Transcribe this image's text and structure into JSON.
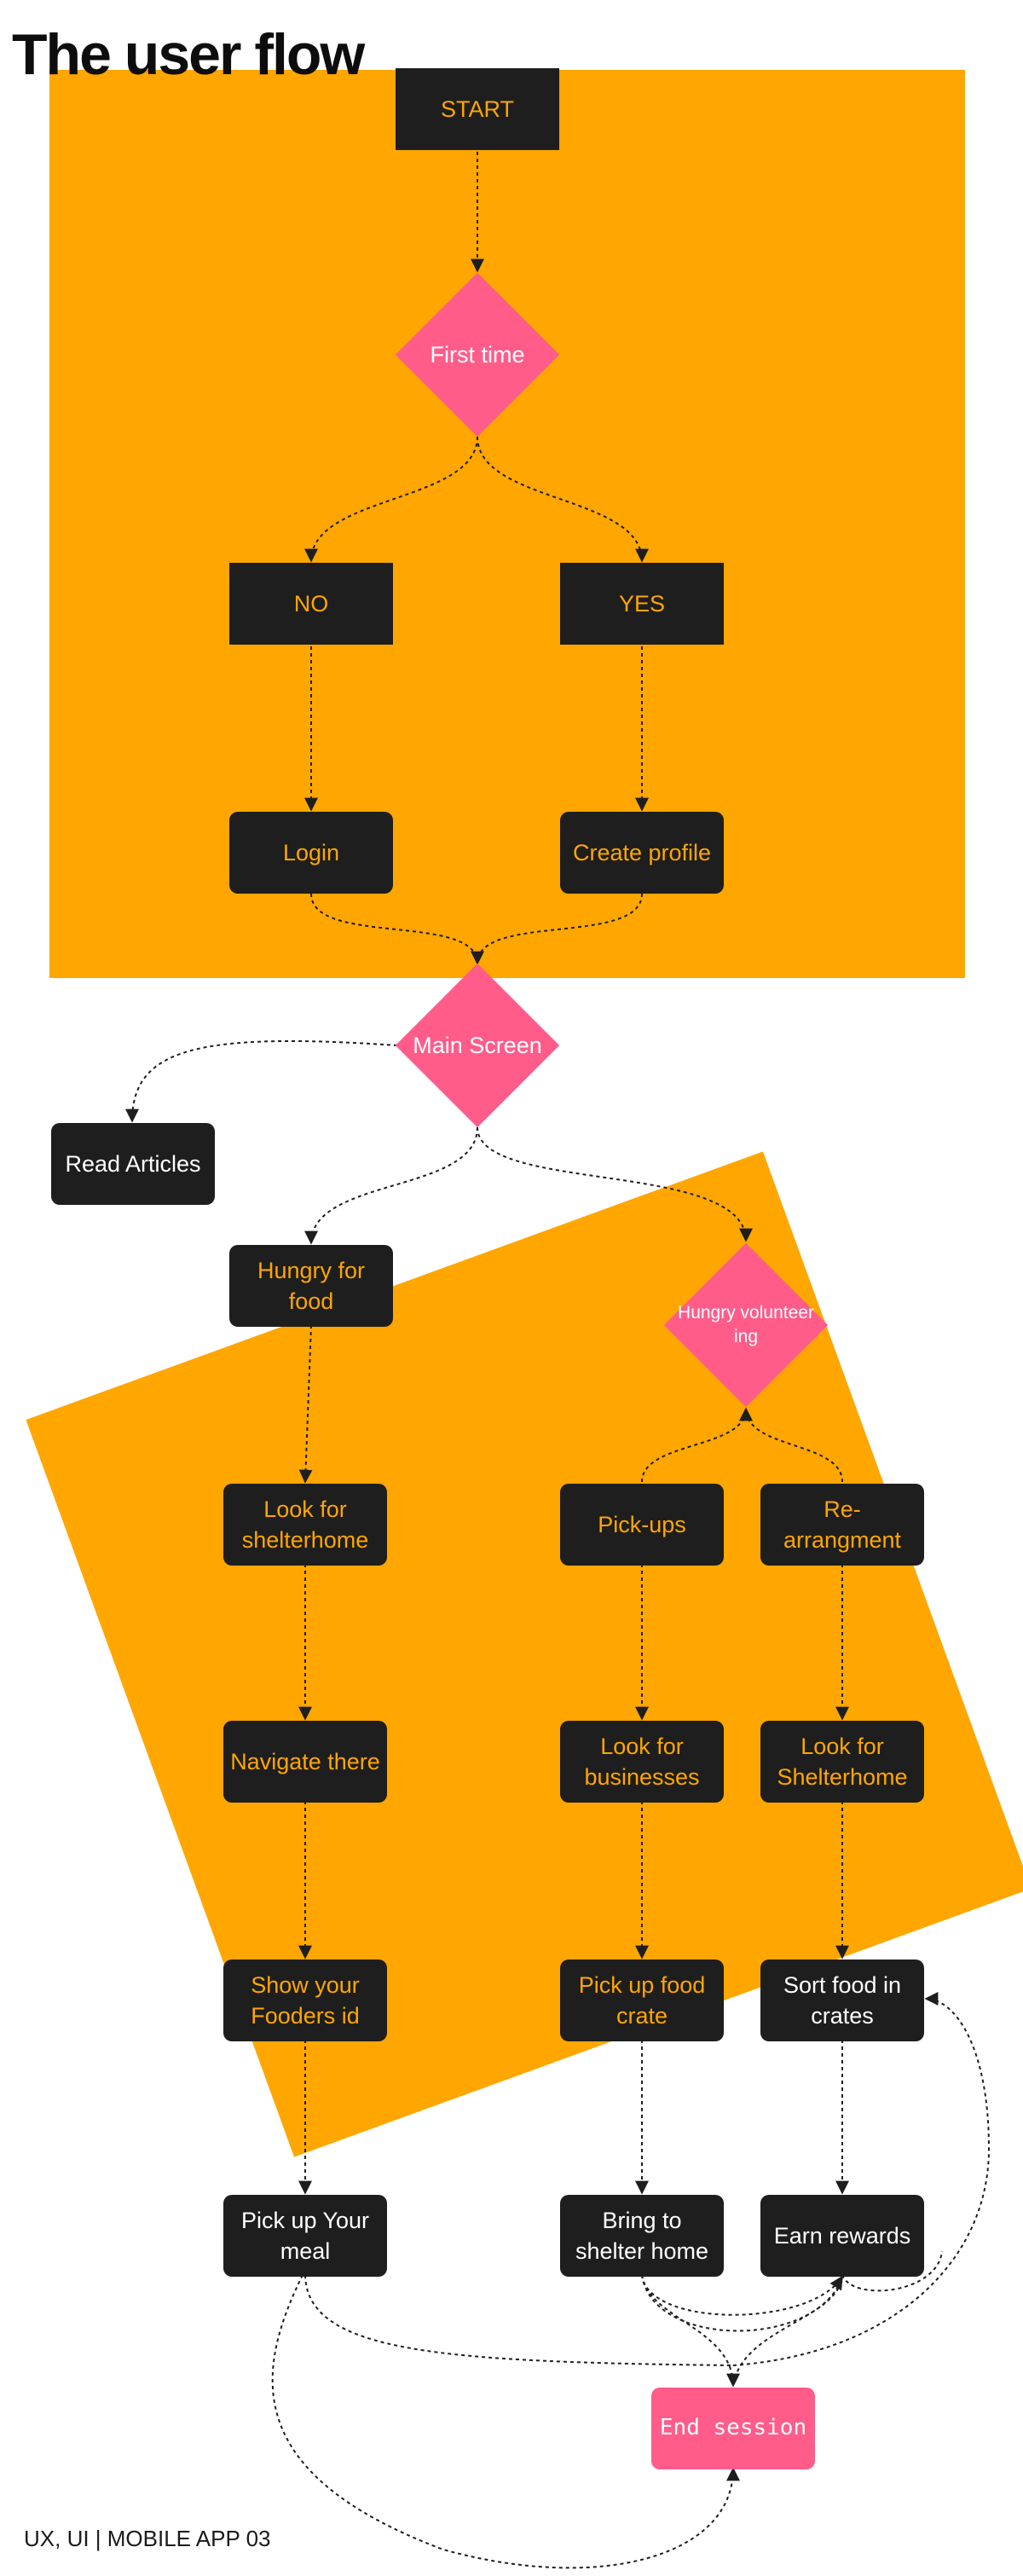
{
  "title": "The user flow",
  "footer": "UX, UI | MOBILE APP 03",
  "colors": {
    "orange": "#ffa600",
    "pink": "#ff5c8a",
    "node": "#1e1e1e",
    "edge": "#1e1e1e"
  },
  "nodes": {
    "start": "START",
    "first_time": "First time",
    "no": "NO",
    "yes": "YES",
    "login": "Login",
    "create_profile": "Create profile",
    "main_screen": "Main Screen",
    "read_articles": "Read Articles",
    "hungry_for_food": "Hungry for food",
    "hungry_volunteering": "Hungry volunteer ing",
    "look_for_shelterhome": "Look for shelterhome",
    "pick_ups": "Pick-ups",
    "re_arrangment": "Re-arrangment",
    "navigate_there": "Navigate there",
    "look_for_businesses": "Look for businesses",
    "look_for_shelterhome_2": "Look for Shelterhome",
    "show_fooders_id": "Show your Fooders id",
    "pick_up_food_crate": "Pick up food crate",
    "sort_food": "Sort food in crates",
    "pick_up_meal": "Pick up Your meal",
    "bring_to_shelter": "Bring to shelter home",
    "earn_rewards": "Earn rewards",
    "end_session": "End session"
  }
}
